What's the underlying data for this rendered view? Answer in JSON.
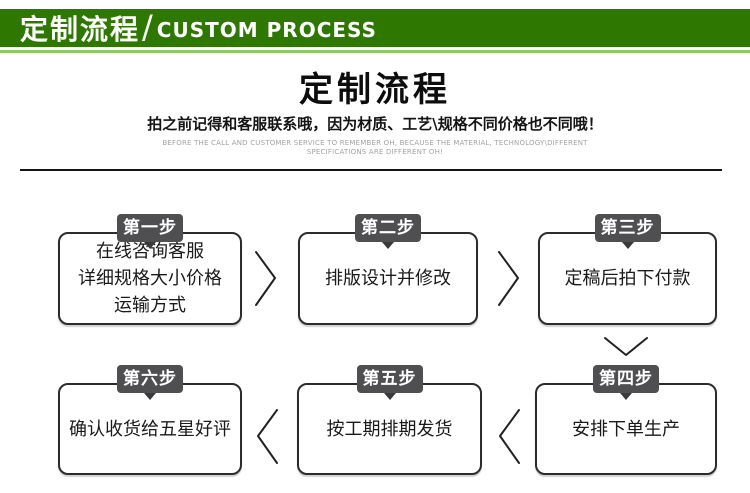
{
  "banner": {
    "title_cn": "定制流程",
    "separator": "/",
    "title_en": "CUSTOM PROCESS"
  },
  "intro": {
    "title": "定制流程",
    "subtitle": "拍之前记得和客服联系哦，因为材质、工艺\\规格不同价格也不同哦！",
    "note_line1": "BEFORE THE CALL AND CUSTOMER SERVICE TO REMEMBER OH, BECAUSE THE MATERIAL, TECHNOLOGY\\DIFFERENT",
    "note_line2": "SPECIFICATIONS ARE DIFFERENT OH!"
  },
  "colors": {
    "banner_green": "#2e7802",
    "banner_underline_green": "#8fc965",
    "tab_gray": "#4f4f51",
    "box_border": "#2c2c2c"
  },
  "flow": {
    "steps": [
      {
        "label": "第一步",
        "lines": [
          "在线咨询客服",
          "详细规格大小价格",
          "运输方式"
        ]
      },
      {
        "label": "第二步",
        "lines": [
          "排版设计并修改"
        ]
      },
      {
        "label": "第三步",
        "lines": [
          "定稿后拍下付款"
        ]
      },
      {
        "label": "第四步",
        "lines": [
          "安排下单生产"
        ]
      },
      {
        "label": "第五步",
        "lines": [
          "按工期排期发货"
        ]
      },
      {
        "label": "第六步",
        "lines": [
          "确认收货给五星好评"
        ]
      }
    ]
  }
}
